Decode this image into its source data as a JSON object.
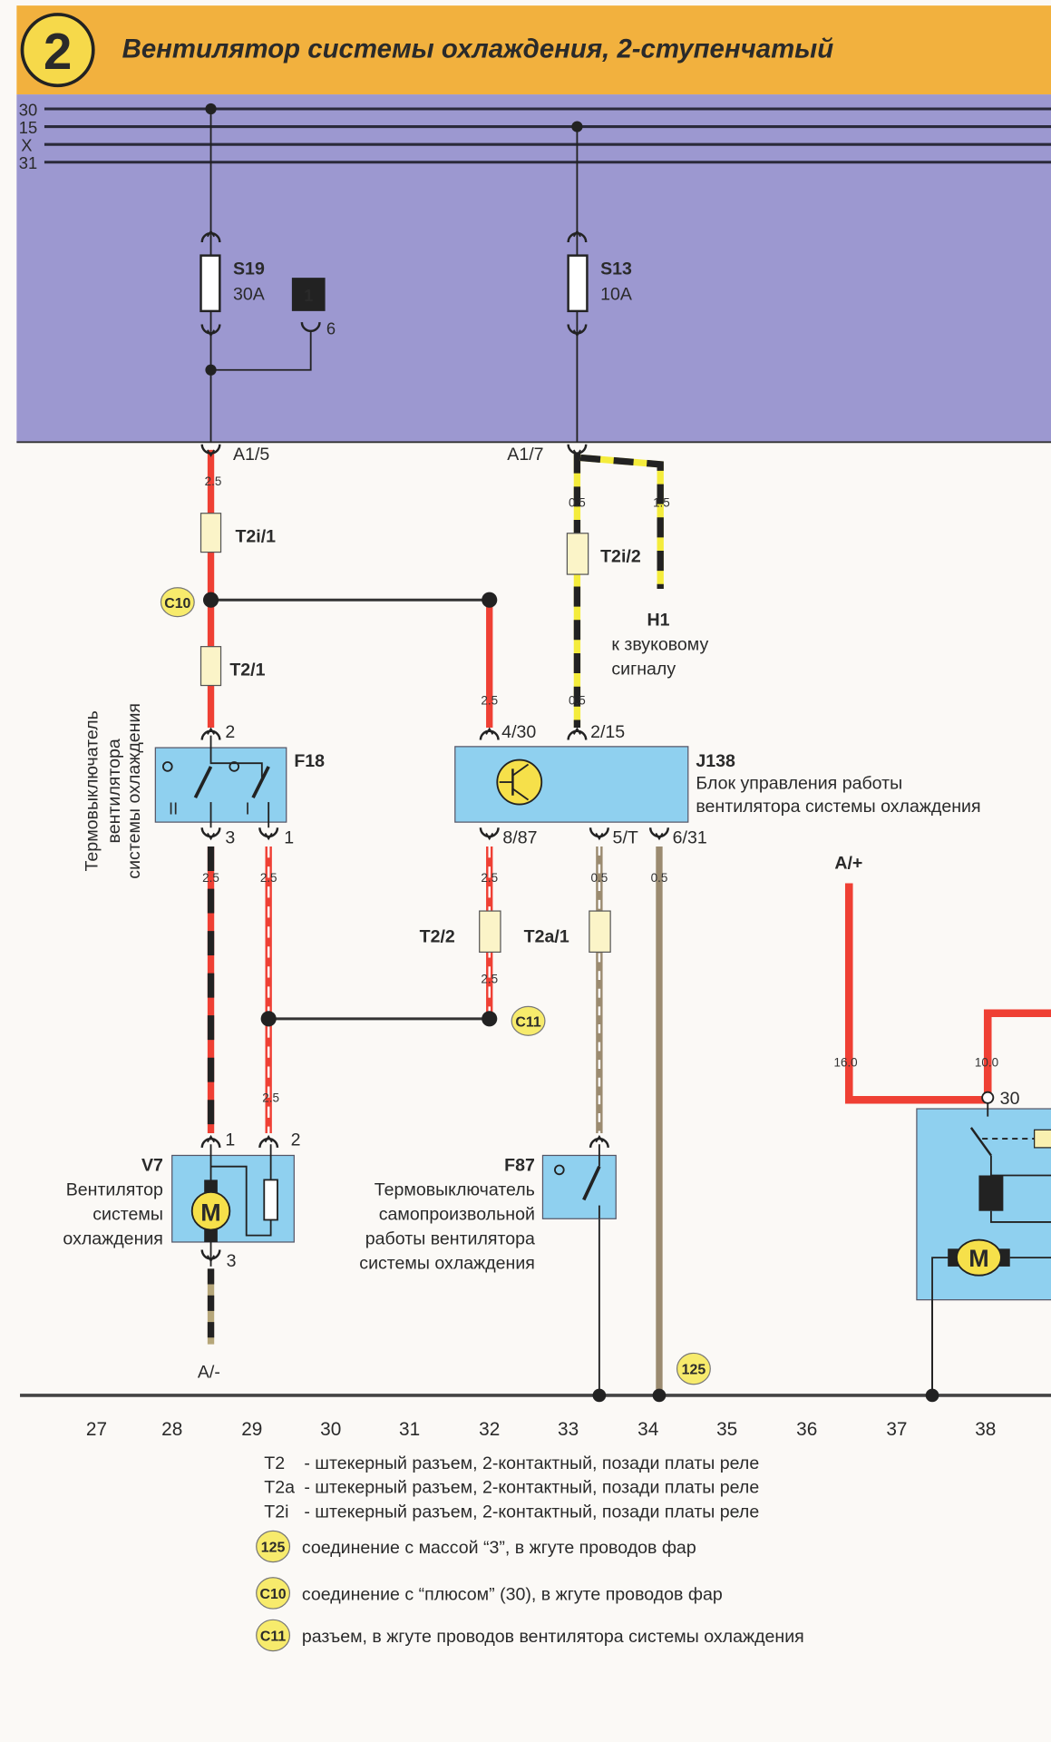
{
  "header": {
    "badge": "2",
    "title": "Вентилятор системы охлаждения, 2-ступенчатый"
  },
  "colors": {
    "header": "#f2b13e",
    "bus_panel": "#9c98d0",
    "component": "#8fd0ef",
    "wire_red": "#ef4034",
    "wire_yellow": "#f4ec3c",
    "wire_brown": "#9b8b70",
    "marker": "#f7eb6c"
  },
  "bus_lines": [
    "30",
    "15",
    "X",
    "31"
  ],
  "fuses": [
    {
      "id": "S19",
      "rating": "30A"
    },
    {
      "id": "S13",
      "rating": "10A"
    }
  ],
  "relay_plate": {
    "marker": "1",
    "pin": "6"
  },
  "connectors": {
    "a1_5": "A1/5",
    "a1_7": "A1/7",
    "t2i_1": "T2i/1",
    "t2i_2": "T2i/2",
    "t2_1": "T2/1",
    "t2_2": "T2/2",
    "t2a_1": "T2a/1"
  },
  "junctions": {
    "c10": "C10",
    "c11": "C11",
    "g125": "125"
  },
  "wire_sizes": [
    "2.5",
    "0.5",
    "1.5",
    "2.5",
    "0.5",
    "2.5",
    "2.5",
    "2.5",
    "0.5",
    "0.5",
    "2.5",
    "2.5",
    "16.0",
    "10.0"
  ],
  "horn": {
    "id": "H1",
    "line1": "к звуковому",
    "line2": "сигналу"
  },
  "f18": {
    "id": "F18",
    "desc": [
      "Термовыключатель",
      "вентилятора",
      "системы охлаждения"
    ],
    "pins": [
      "2",
      "3",
      "1"
    ],
    "stages": [
      "II",
      "I"
    ]
  },
  "j138": {
    "id": "J138",
    "desc": [
      "Блок управления работы",
      "вентилятора системы охлаждения"
    ],
    "pins": [
      "4/30",
      "2/15",
      "8/87",
      "5/T",
      "6/31"
    ]
  },
  "v7": {
    "id": "V7",
    "desc": [
      "Вентилятор",
      "системы",
      "охлаждения"
    ],
    "pins": [
      "1",
      "2",
      "3"
    ],
    "motor": "M"
  },
  "f87": {
    "id": "F87",
    "desc": [
      "Термовыключатель",
      "самопроизвольной",
      "работы вентилятора",
      "системы охлаждения"
    ]
  },
  "terminals": {
    "a_minus": "A/-",
    "a_plus": "A/+",
    "pin30": "30",
    "motor2": "M"
  },
  "columns": [
    "27",
    "28",
    "29",
    "30",
    "31",
    "32",
    "33",
    "34",
    "35",
    "36",
    "37",
    "38"
  ],
  "legend": {
    "connectors": [
      {
        "code": "T2",
        "text": "- штекерный разъем, 2-контактный, позади платы реле"
      },
      {
        "code": "T2a",
        "text": "- штекерный разъем, 2-контактный, позади платы реле"
      },
      {
        "code": "T2i",
        "text": "- штекерный разъем, 2-контактный, позади платы реле"
      }
    ],
    "points": [
      {
        "code": "125",
        "text": "соединение с массой “3”, в жгуте проводов фар"
      },
      {
        "code": "C10",
        "text": "соединение с “плюсом” (30), в жгуте проводов фар"
      },
      {
        "code": "C11",
        "text": "разъем, в жгуте проводов вентилятора системы охлаждения"
      }
    ]
  }
}
